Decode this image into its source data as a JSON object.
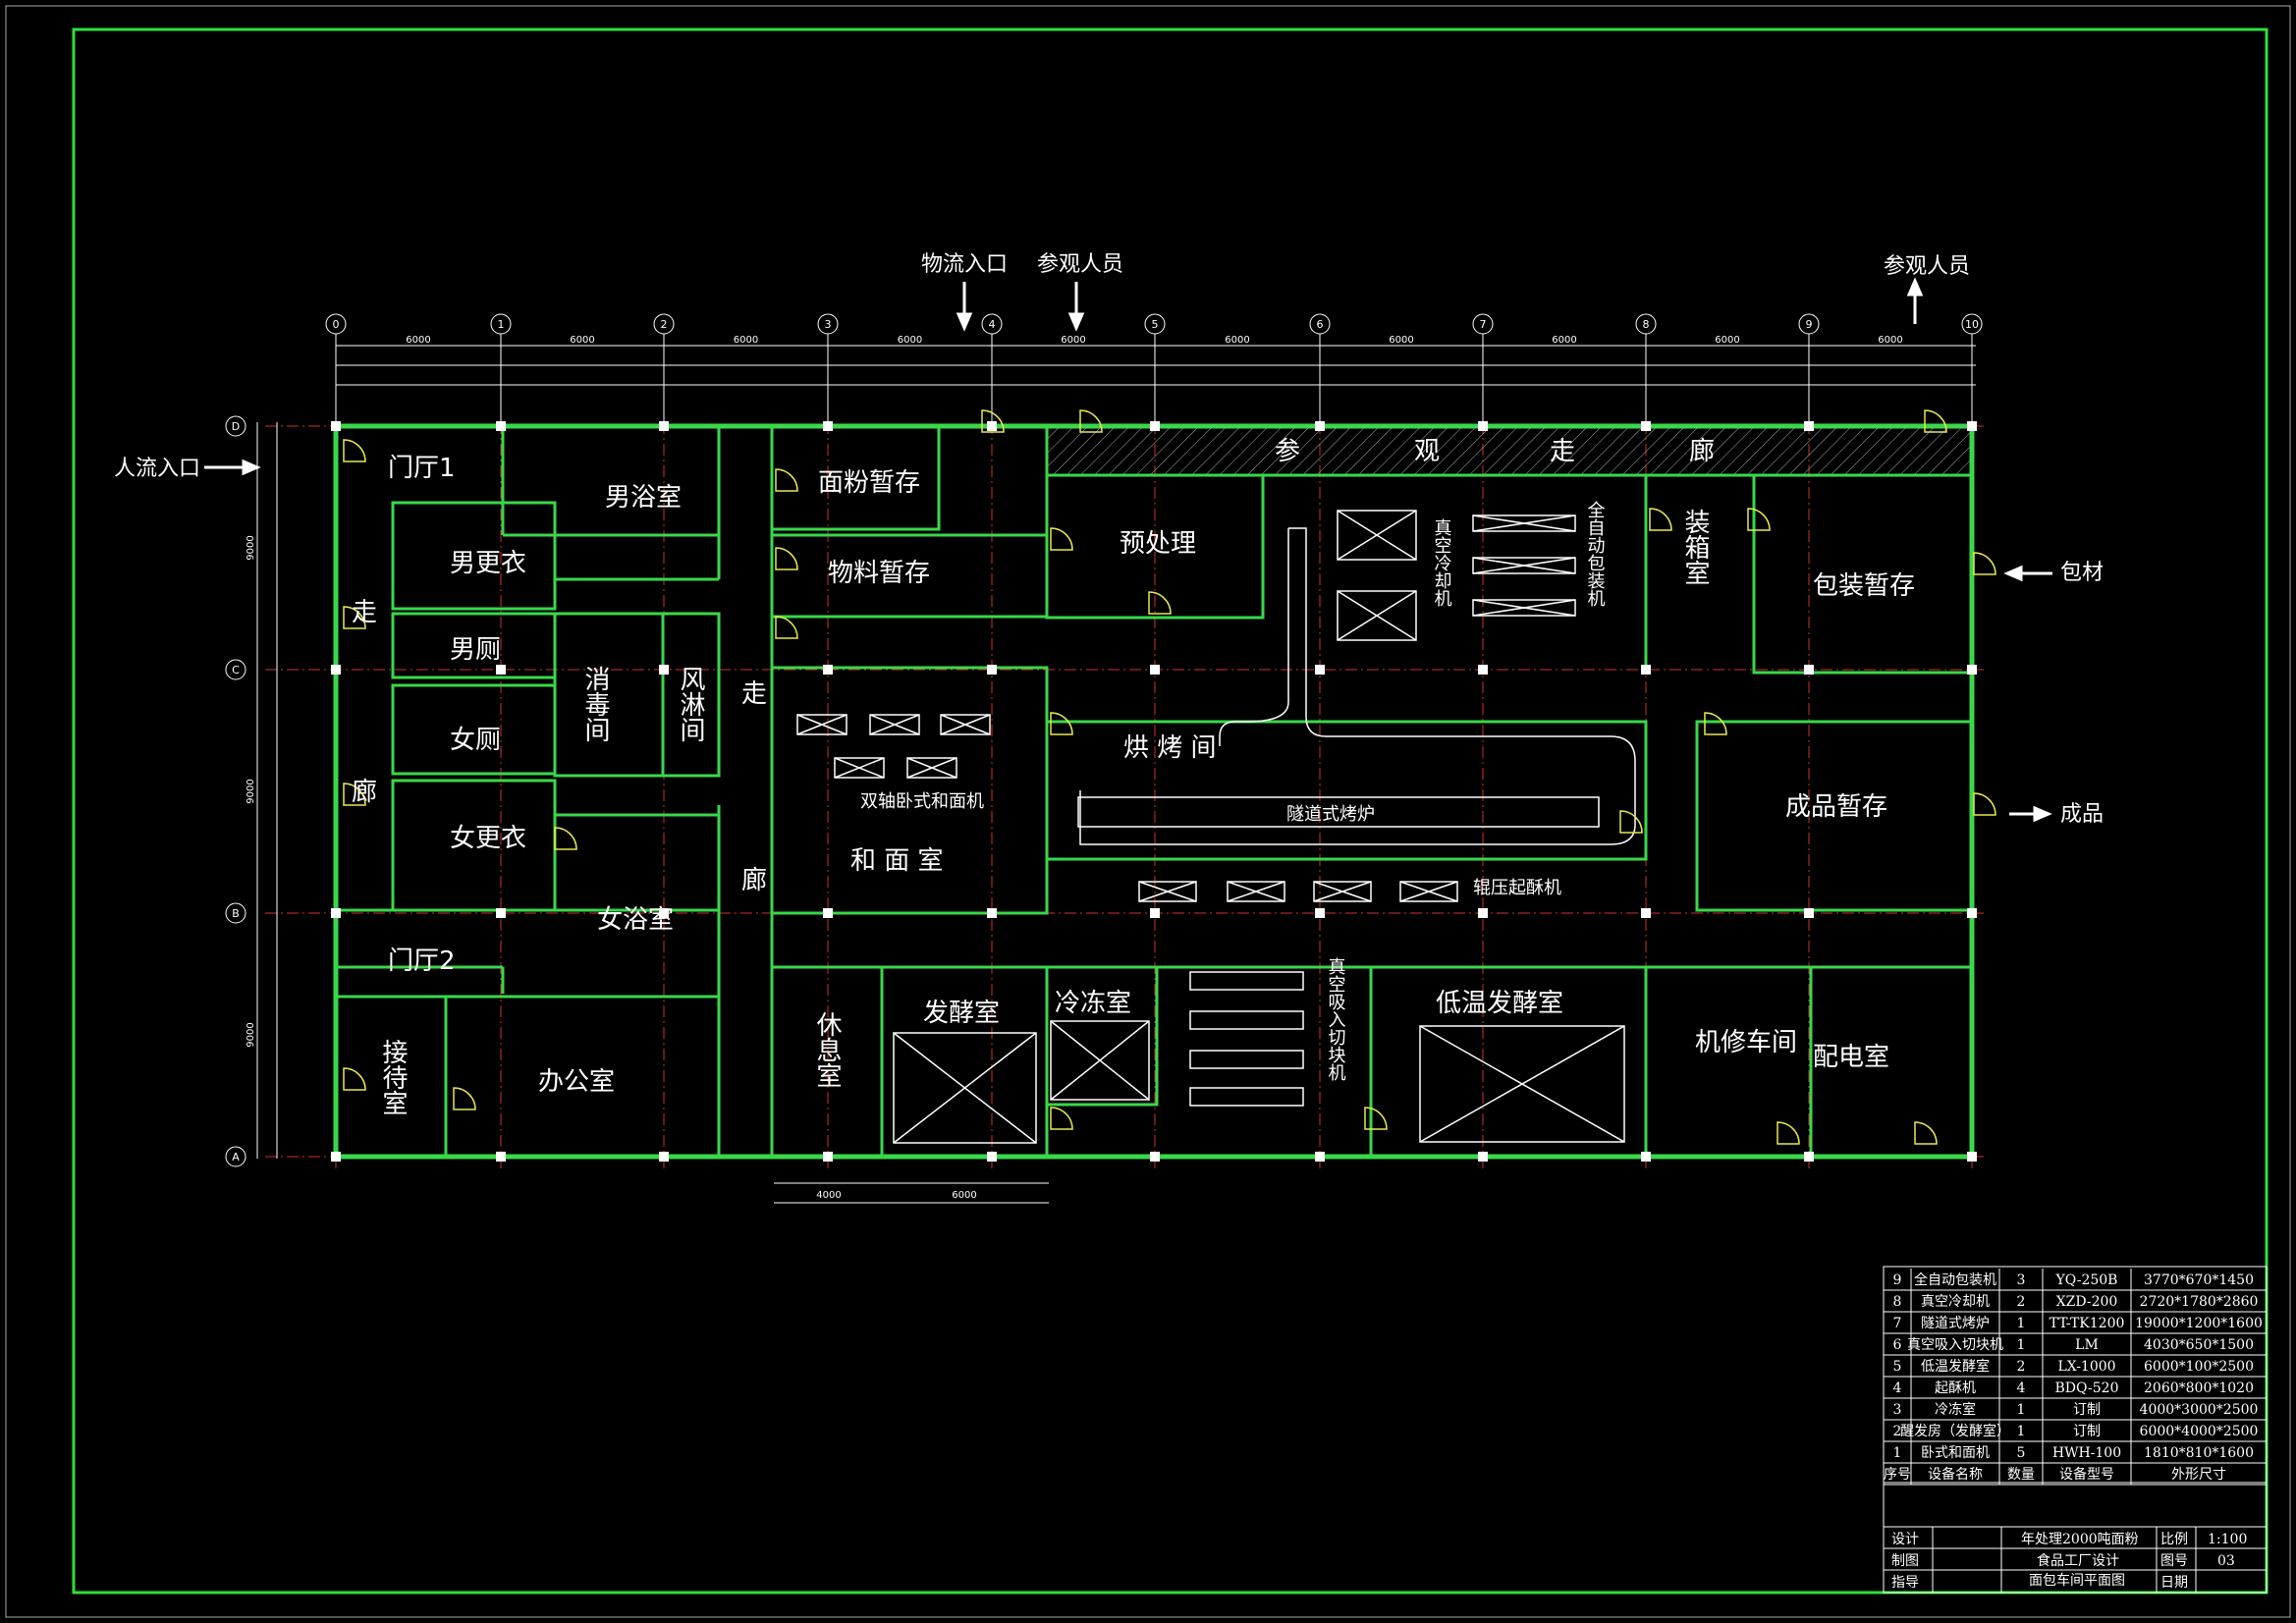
{
  "drawing": {
    "room_labels": {
      "men_hall": "门厅1",
      "men_bath": "男浴室",
      "men_change": "男更衣",
      "corridor_walk": "走",
      "corridor_lang": "廊",
      "men_toilet": "男厕",
      "women_toilet": "女厕",
      "disinfect": "消毒间",
      "air_shower": "风淋间",
      "corridor2_walk": "走",
      "corridor2_lang": "廊",
      "women_change": "女更衣",
      "women_bath": "女浴室",
      "hall2": "门厅2",
      "reception": "接待室",
      "office": "办公室",
      "flour_store": "面粉暂存",
      "material_store": "物料暂存",
      "mixer_machine": "双轴卧式和面机",
      "mixing_room": "和 面 室",
      "pretreat": "预处理",
      "vacuum_cooler": "真空冷却机",
      "auto_pack": "全自动包装机",
      "boxing": "装箱室",
      "pack_store": "包装暂存",
      "baking": "烘 烤 间",
      "tunnel_oven": "隧道式烤炉",
      "crisp_machine": "辊压起酥机",
      "finished_store": "成品暂存",
      "rest": "休息室",
      "ferment": "发酵室",
      "freeze": "冷冻室",
      "vacuum_cutter": "真空吸入切块机",
      "low_ferment": "低温发酵室",
      "repair": "机修车间",
      "power": "配电室",
      "visit_corridor": [
        "参",
        "观",
        "走",
        "廊"
      ]
    },
    "flow_labels": {
      "people_in": "人流入口",
      "logistics_in": "物流入口",
      "visitors1": "参观人员",
      "visitors2": "参观人员",
      "packing_material": "包材",
      "product": "成品"
    },
    "axes": {
      "columns": [
        "0",
        "1",
        "2",
        "3",
        "4",
        "5",
        "6",
        "7",
        "8",
        "9",
        "10"
      ],
      "rows": [
        "A",
        "B",
        "C",
        "D"
      ]
    },
    "dimensions": {
      "top_spans": [
        "6000",
        "6000",
        "6000",
        "6000",
        "6000",
        "6000",
        "6000",
        "6000",
        "6000",
        "6000"
      ],
      "left_spans": [
        "9000",
        "9000",
        "9000"
      ],
      "bottom": [
        "4000",
        "6000"
      ]
    },
    "equipment_table": {
      "headers": [
        "序号",
        "设备名称",
        "数量",
        "设备型号",
        "外形尺寸"
      ],
      "rows": [
        [
          "9",
          "全自动包装机",
          "3",
          "YQ-250B",
          "3770*670*1450"
        ],
        [
          "8",
          "真空冷却机",
          "2",
          "XZD-200",
          "2720*1780*2860"
        ],
        [
          "7",
          "隧道式烤炉",
          "1",
          "TT-TK1200",
          "19000*1200*1600"
        ],
        [
          "6",
          "真空吸入切块机",
          "1",
          "LM",
          "4030*650*1500"
        ],
        [
          "5",
          "低温发酵室",
          "2",
          "LX-1000",
          "6000*100*2500"
        ],
        [
          "4",
          "起酥机",
          "4",
          "BDQ-520",
          "2060*800*1020"
        ],
        [
          "3",
          "冷冻室",
          "1",
          "订制",
          "4000*3000*2500"
        ],
        [
          "2",
          "醒发房（发酵室）",
          "1",
          "订制",
          "6000*4000*2500"
        ],
        [
          "1",
          "卧式和面机",
          "5",
          "HWH-100",
          "1810*810*1600"
        ]
      ]
    },
    "title_block": {
      "design": "设计",
      "draw": "制图",
      "guide": "指导",
      "project": "年处理2000吨面粉",
      "project2": "食品工厂设计",
      "sheet_title": "面包车间平面图",
      "scale_label": "比例",
      "scale": "1:100",
      "sheet_no_label": "图号",
      "sheet_no": "03",
      "date_label": "日期"
    },
    "colors": {
      "wall": "#39d84a",
      "grid": "#d0302f",
      "frame": "#2fe03a",
      "background": "#000000",
      "text": "#ffffff"
    }
  }
}
